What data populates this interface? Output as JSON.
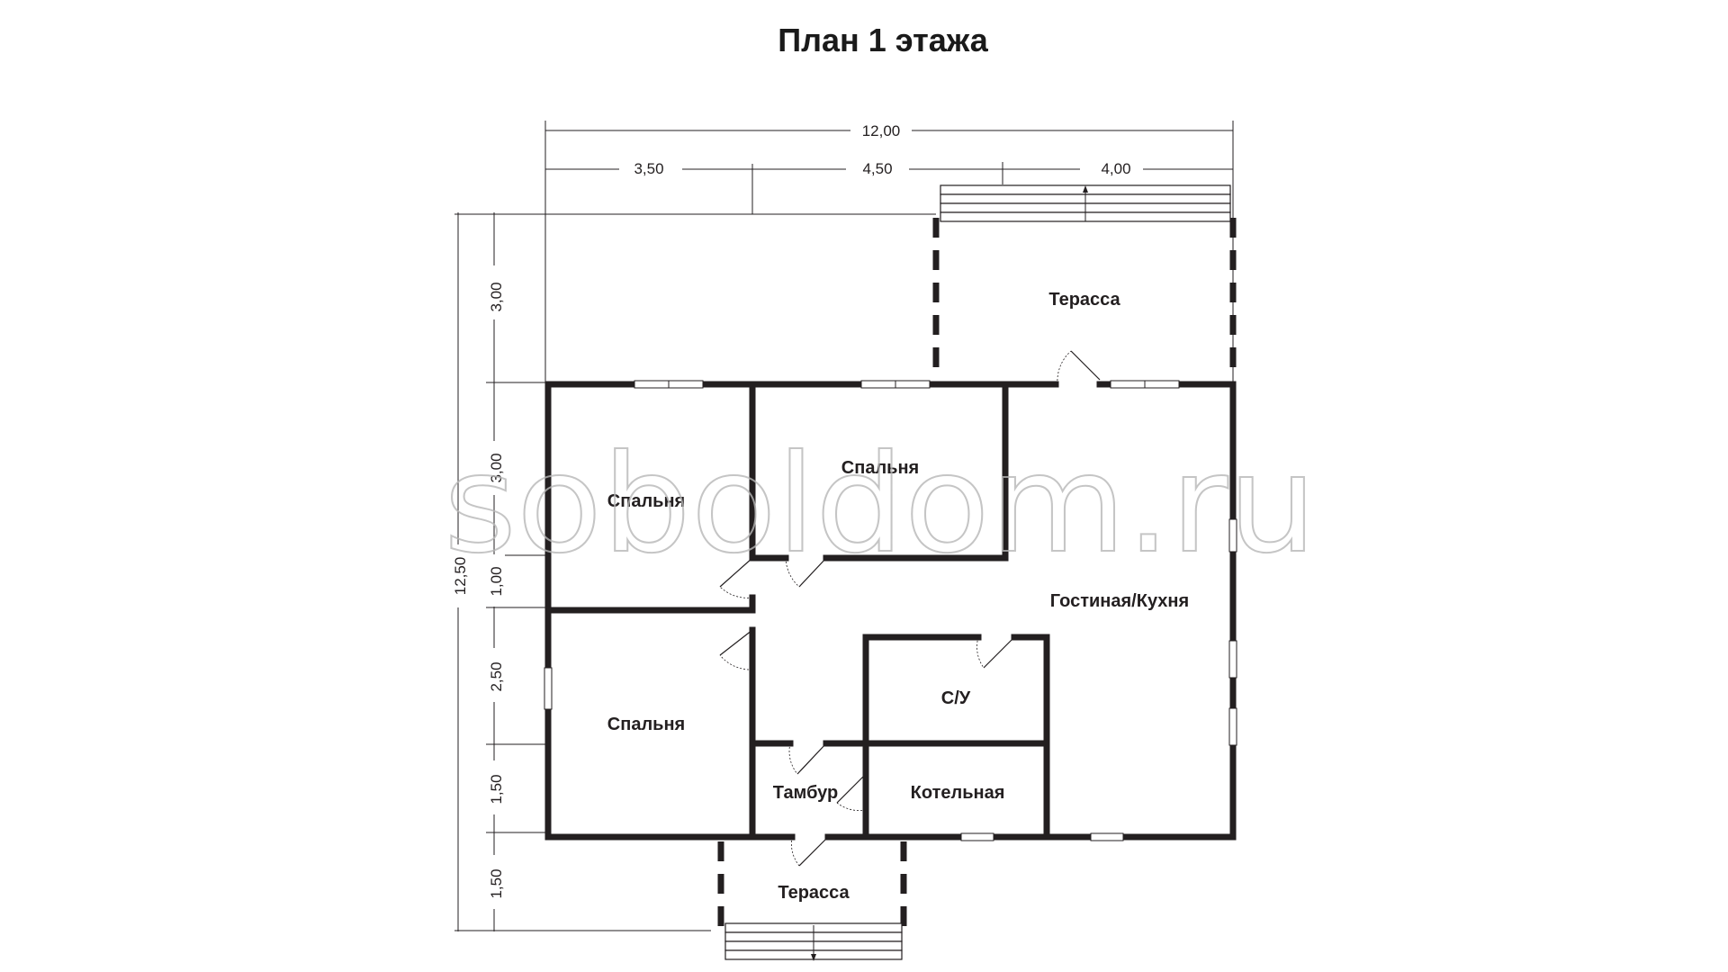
{
  "title": "План 1 этажа",
  "watermark": "soboldom.ru",
  "rooms": {
    "terrace_top": "Терасса",
    "bedroom_top_left": "Спальня",
    "bedroom_top_middle": "Спальня",
    "living_kitchen": "Гостиная/Кухня",
    "bathroom": "С/У",
    "bedroom_bottom_left": "Спальня",
    "vestibule": "Тамбур",
    "boiler_room": "Котельная",
    "terrace_bottom": "Терасса"
  },
  "dimensions": {
    "top_total": "12,00",
    "top_segments": [
      "3,50",
      "4,50",
      "4,00"
    ],
    "left_total": "12,50",
    "left_segments": [
      "3,00",
      "3,00",
      "1,00",
      "2,50",
      "1,50",
      "1,50"
    ]
  }
}
